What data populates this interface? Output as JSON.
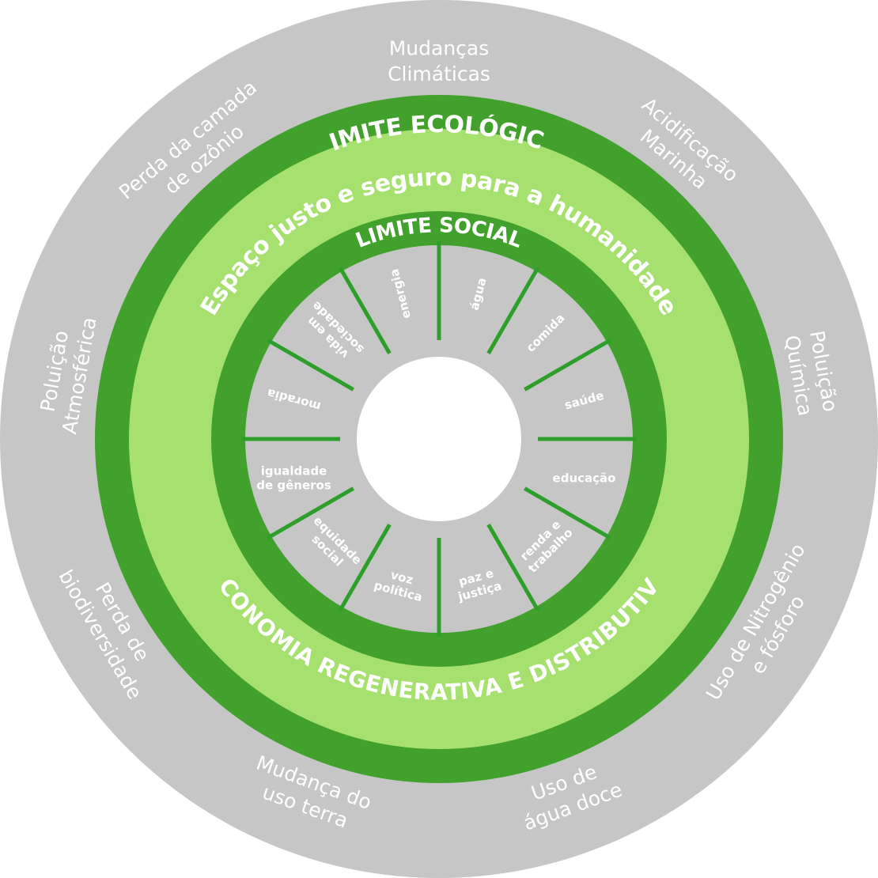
{
  "colors": {
    "outer_ring": "#c6c6c6",
    "dark_green": "#41a12c",
    "light_green": "#a6e06e",
    "inner_ring": "#c6c6c6",
    "divider": "#2d9e2a",
    "center": "#ffffff",
    "text": "#ffffff"
  },
  "ecological": {
    "title": "LIMITE ECOLÓGICO",
    "labels": [
      {
        "lines": [
          "Mudanças",
          "Climáticas"
        ]
      },
      {
        "lines": [
          "Acidificação",
          "Marinha"
        ]
      },
      {
        "lines": [
          "Poluição",
          "Química"
        ]
      },
      {
        "lines": [
          "Uso de Nitrogênio",
          "e fósforo"
        ]
      },
      {
        "lines": [
          "Uso de",
          "água doce"
        ]
      },
      {
        "lines": [
          "Mudança do",
          "uso terra"
        ]
      },
      {
        "lines": [
          "Perda de",
          "biodiversidade"
        ]
      },
      {
        "lines": [
          "Poluição",
          "Atmosférica"
        ]
      },
      {
        "lines": [
          "Perda da camada",
          "de ozônio"
        ]
      }
    ]
  },
  "safe_space": {
    "title": "Espaço justo e seguro para a humanidade",
    "economy": "ECONOMIA REGENERATIVA E DISTRIBUTIVA"
  },
  "social": {
    "title": "LIMITE SOCIAL",
    "dimensions": [
      {
        "lines": [
          "água"
        ]
      },
      {
        "lines": [
          "comida"
        ]
      },
      {
        "lines": [
          "saúde"
        ]
      },
      {
        "lines": [
          "educação"
        ]
      },
      {
        "lines": [
          "renda e",
          "trabalho"
        ]
      },
      {
        "lines": [
          "paz e",
          "justiça"
        ]
      },
      {
        "lines": [
          "voz",
          "política"
        ]
      },
      {
        "lines": [
          "equidade",
          "social"
        ]
      },
      {
        "lines": [
          "igualdade",
          "de gêneros"
        ]
      },
      {
        "lines": [
          "moradia"
        ]
      },
      {
        "lines": [
          "vida em",
          "sociedade"
        ]
      },
      {
        "lines": [
          "energia"
        ]
      }
    ]
  }
}
